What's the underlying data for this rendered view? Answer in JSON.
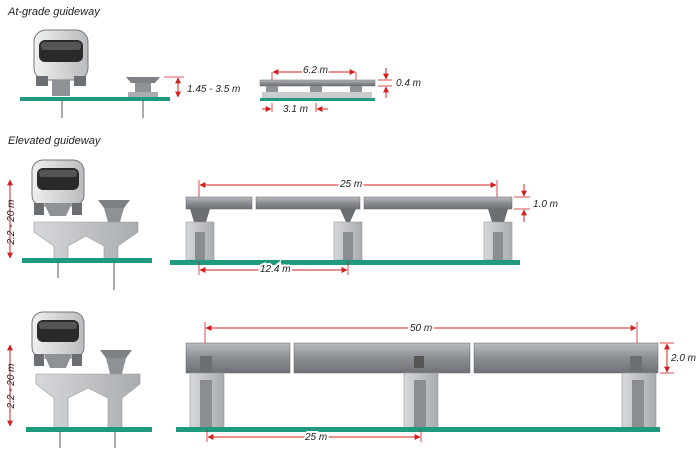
{
  "sections": {
    "at_grade": {
      "title": "At-grade guideway"
    },
    "elevated": {
      "title": "Elevated guideway"
    }
  },
  "dimensions": {
    "at_grade_height": "1.45 - 3.5 m",
    "at_grade_span": "6.2 m",
    "at_grade_beam_depth": "0.4 m",
    "at_grade_tie_spacing": "3.1 m",
    "elevated1_height": "2.2 - 20 m",
    "elevated1_span": "25 m",
    "elevated1_beam_depth": "1.0 m",
    "elevated1_pier_spacing": "12.4 m",
    "elevated2_height": "2.2 - 20 m",
    "elevated2_span": "50 m",
    "elevated2_beam_depth": "2.0 m",
    "elevated2_pier_spacing": "25 m"
  },
  "colors": {
    "ground": "#1f9a7e",
    "dimension": "#d22020",
    "structure": "#8e9196",
    "pier": "#c9cbce"
  }
}
